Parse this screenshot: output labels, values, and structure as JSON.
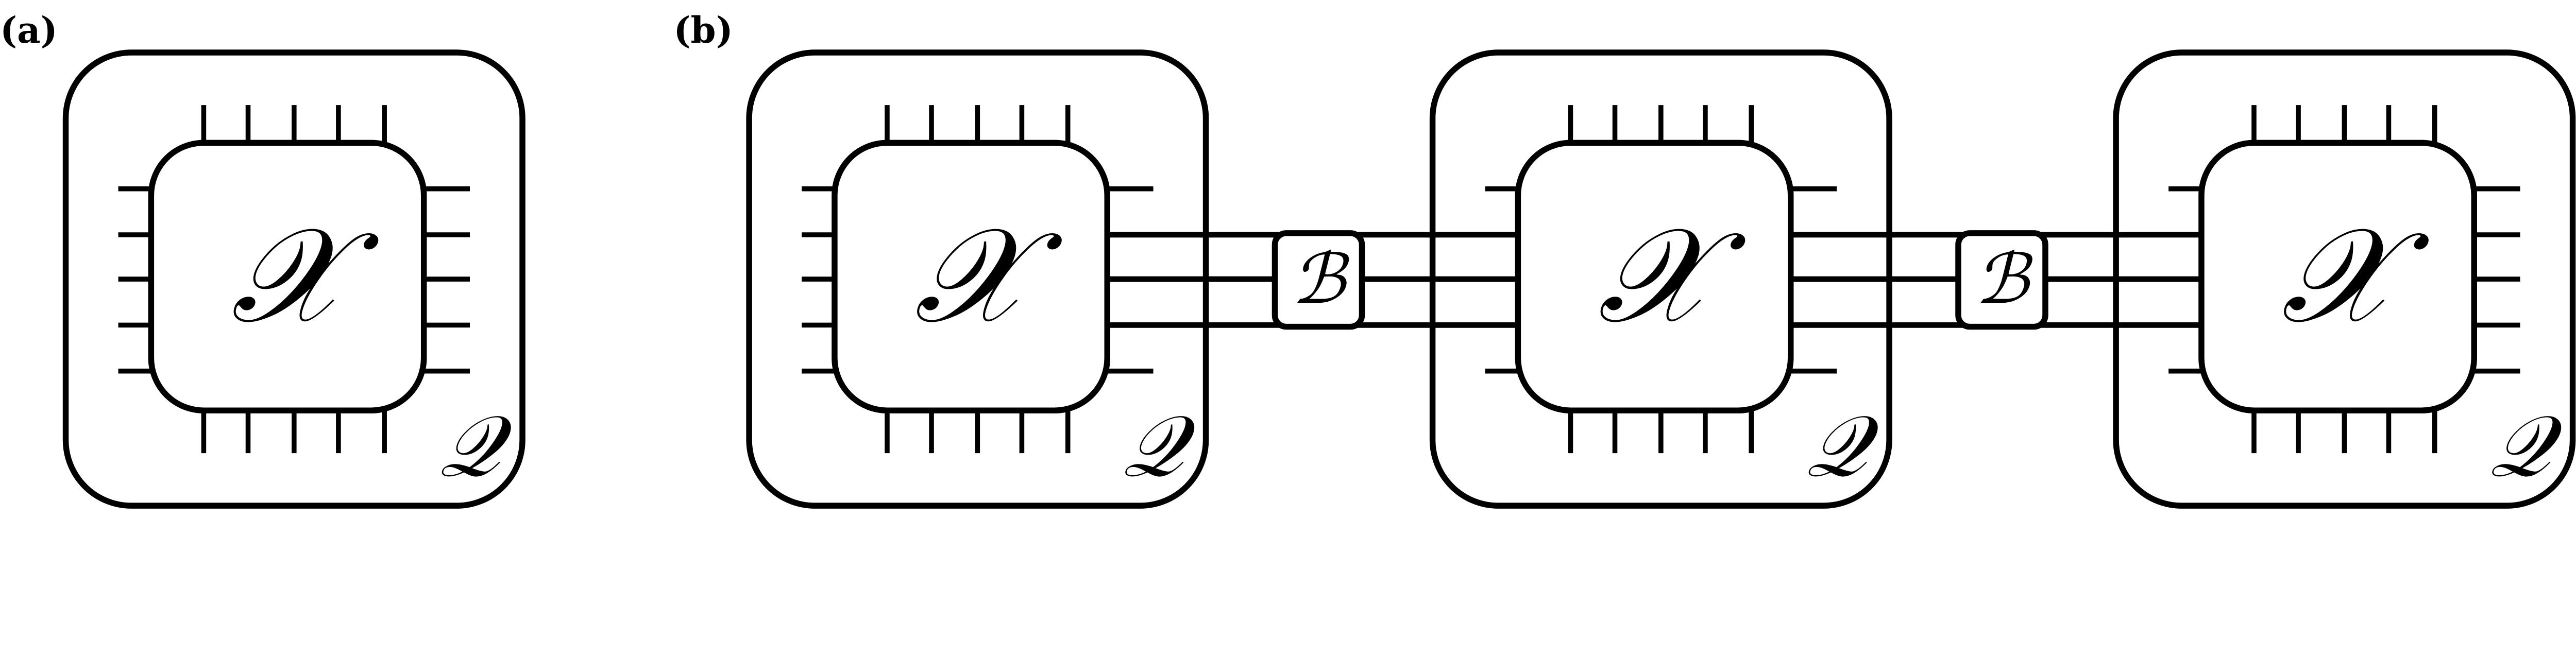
{
  "panel_a": {
    "label": "(a)",
    "chip_symbol": "𝒳",
    "system_symbol": "𝒬"
  },
  "panel_b": {
    "label": "(b)",
    "chip_symbol": "𝒳",
    "system_symbol": "𝒬",
    "bus_symbol": "ℬ",
    "module_count": 3,
    "bus_lines": 3
  },
  "colors": {
    "stroke": "#000000",
    "background": "#ffffff"
  }
}
